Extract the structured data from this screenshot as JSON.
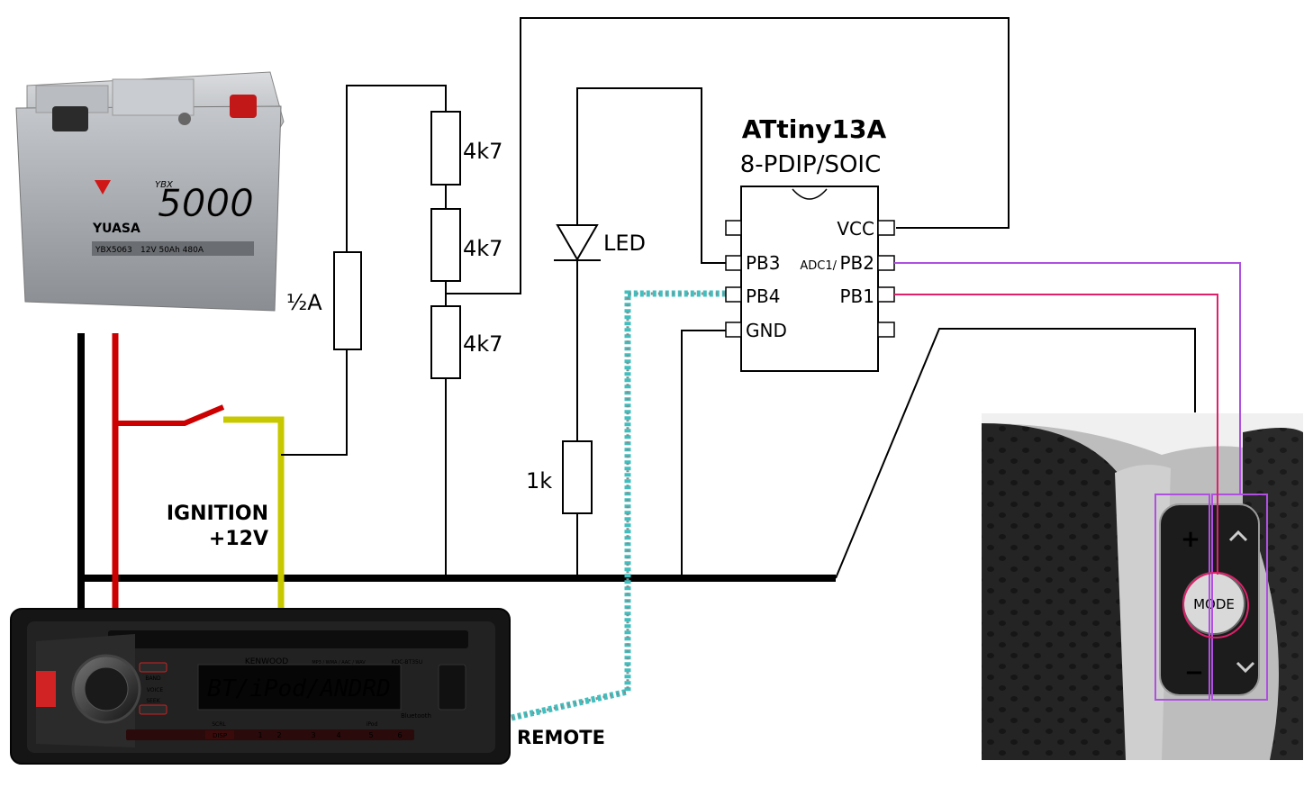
{
  "battery": {
    "brand": "YUASA",
    "series": "YBX",
    "series_number": "5000",
    "model": "YBX5063",
    "spec": "12V 50Ah 480A"
  },
  "chip": {
    "name": "ATtiny13A",
    "package": "8-PDIP/SOIC",
    "pins": {
      "pb3": "PB3",
      "pb4": "PB4",
      "gnd": "GND",
      "vcc": "VCC",
      "adc1": "ADC1/",
      "pb2": "PB2",
      "pb1": "PB1"
    }
  },
  "components": {
    "fuse": "½A",
    "r1": "4k7",
    "r2": "4k7",
    "r3": "4k7",
    "led": "LED",
    "r_led": "1k"
  },
  "labels": {
    "ignition": "IGNITION",
    "ignition_voltage": "+12V",
    "remote": "REMOTE"
  },
  "radio": {
    "brand": "KENWOOD",
    "display": "BT/iPod/ANDRD",
    "model": "KDC-BT35U",
    "bluetooth": "Bluetooth",
    "band": "BAND",
    "seek": "SEEK",
    "voice": "VOICE",
    "scrl": "SCRL",
    "ipod": "iPod",
    "disp": "DISP",
    "formats": "MP3 / WMA / AAC / WAV",
    "presets": [
      "1",
      "2",
      "3",
      "4",
      "5",
      "6"
    ]
  },
  "steering": {
    "mode": "MODE",
    "plus": "+",
    "minus": "−"
  },
  "colors": {
    "wire": "#000000",
    "red_wire": "#cc0000",
    "ignition": "#c8c800",
    "remote": "#3fbfbf",
    "pb2_wire": "#b050e0",
    "pb1_wire": "#e0206a"
  }
}
